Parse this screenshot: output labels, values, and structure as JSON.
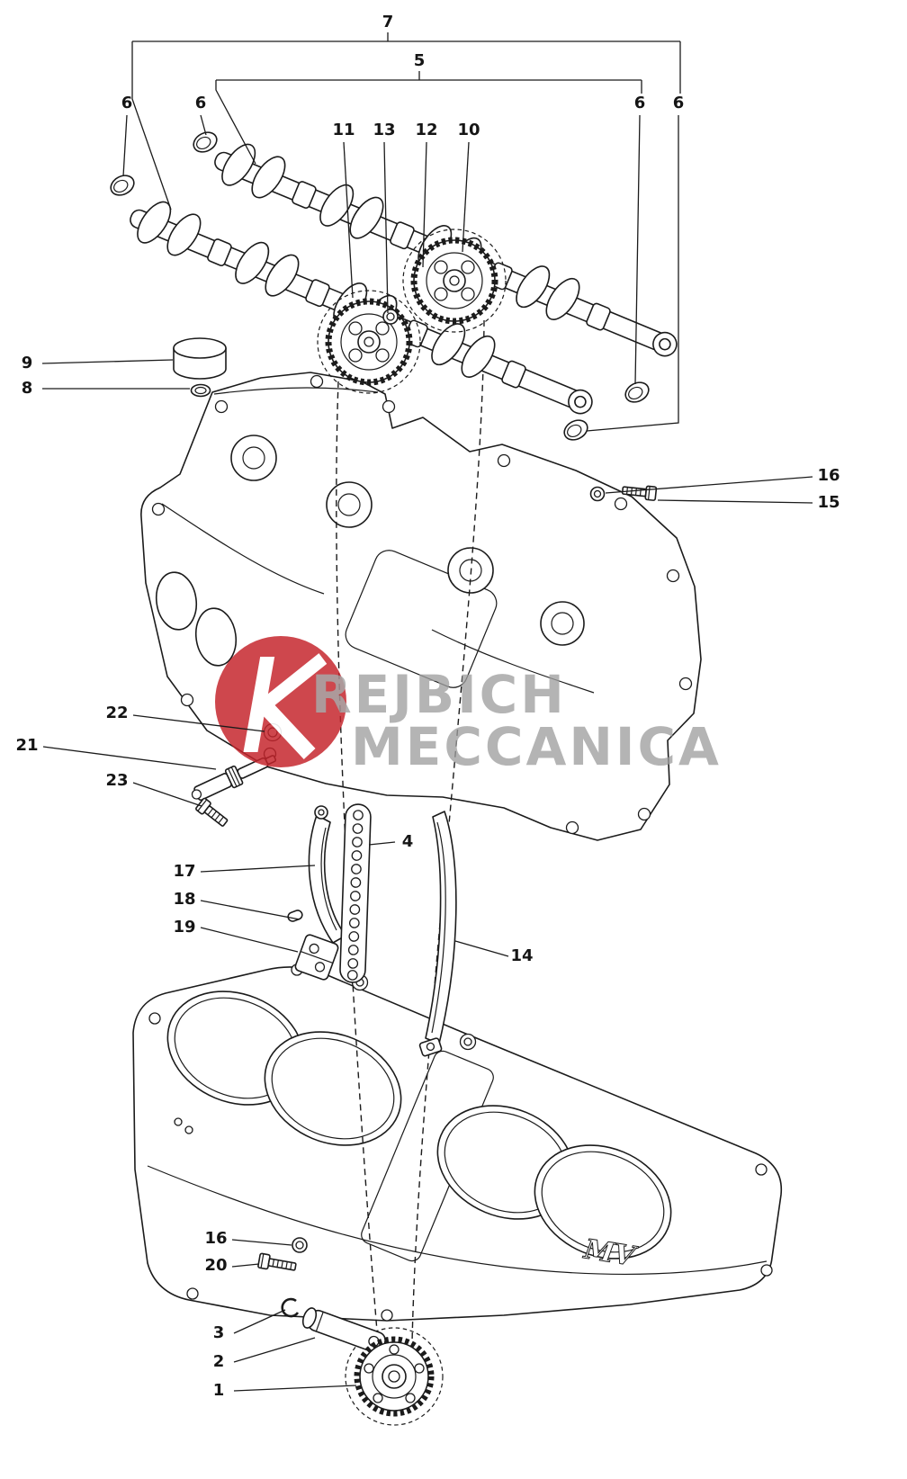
{
  "figure": {
    "kind": "engine-timing-exploded-parts-diagram",
    "background": "#ffffff",
    "line_color": "#1b1b1b"
  },
  "watermark": {
    "word1": "REJBICH",
    "word2": "MECCANICA",
    "logo_letter": "K",
    "red": "#c4242b",
    "gray": "#9e9e9e"
  },
  "block_logo": "MV",
  "callouts": [
    {
      "label": "7"
    },
    {
      "label": "5"
    },
    {
      "label": "6"
    },
    {
      "label": "6"
    },
    {
      "label": "11"
    },
    {
      "label": "13"
    },
    {
      "label": "12"
    },
    {
      "label": "10"
    },
    {
      "label": "6"
    },
    {
      "label": "6"
    },
    {
      "label": "9"
    },
    {
      "label": "8"
    },
    {
      "label": "16"
    },
    {
      "label": "15"
    },
    {
      "label": "22"
    },
    {
      "label": "21"
    },
    {
      "label": "23"
    },
    {
      "label": "4"
    },
    {
      "label": "17"
    },
    {
      "label": "18"
    },
    {
      "label": "19"
    },
    {
      "label": "14"
    },
    {
      "label": "16"
    },
    {
      "label": "20"
    },
    {
      "label": "3"
    },
    {
      "label": "2"
    },
    {
      "label": "1"
    }
  ]
}
